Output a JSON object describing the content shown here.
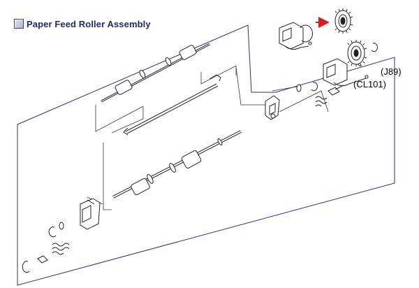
{
  "page": {
    "title": "Paper Feed Roller Assembly",
    "title_icon": "square-bullet-icon",
    "title_color": "#1c2a78"
  },
  "diagram": {
    "outline_color": "#2a2f8c",
    "pointer_color": "#d21f1f",
    "callouts": {
      "connector": "(J89)",
      "clutch": "(CL101)"
    },
    "parts": [
      "paper-feed-roller-shaft",
      "upper-roller-shaft",
      "thin-rod",
      "right-bracket",
      "left-bracket",
      "clutch-assembly",
      "feed-gear",
      "spring",
      "e-rings",
      "bushing"
    ]
  }
}
